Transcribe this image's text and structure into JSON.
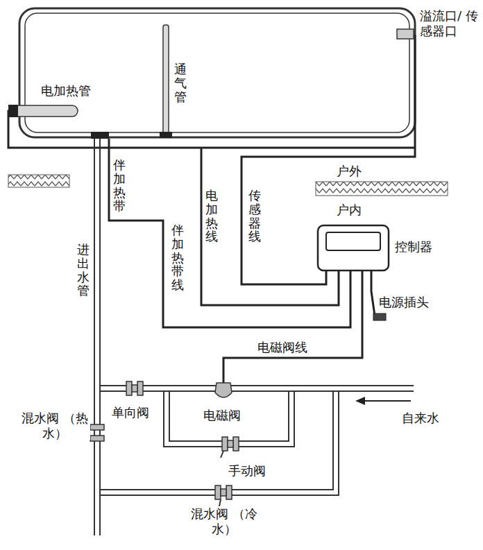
{
  "diagram": {
    "nodes": [
      {
        "text": [
          "控制器"
        ]
      }
    ],
    "labels": [
      "电加热管",
      "通气管",
      "溢流口/ 传感器口",
      "户外",
      "户内",
      "伴加热带",
      "电加热线",
      "伴加热带线",
      "传感器线",
      "进出水管",
      "电源插头",
      "电磁阀线",
      "单向阀",
      "电磁阀",
      "手动阀",
      "混水阀 （热水）",
      "自来水",
      "混水阀 （冷水）"
    ]
  }
}
